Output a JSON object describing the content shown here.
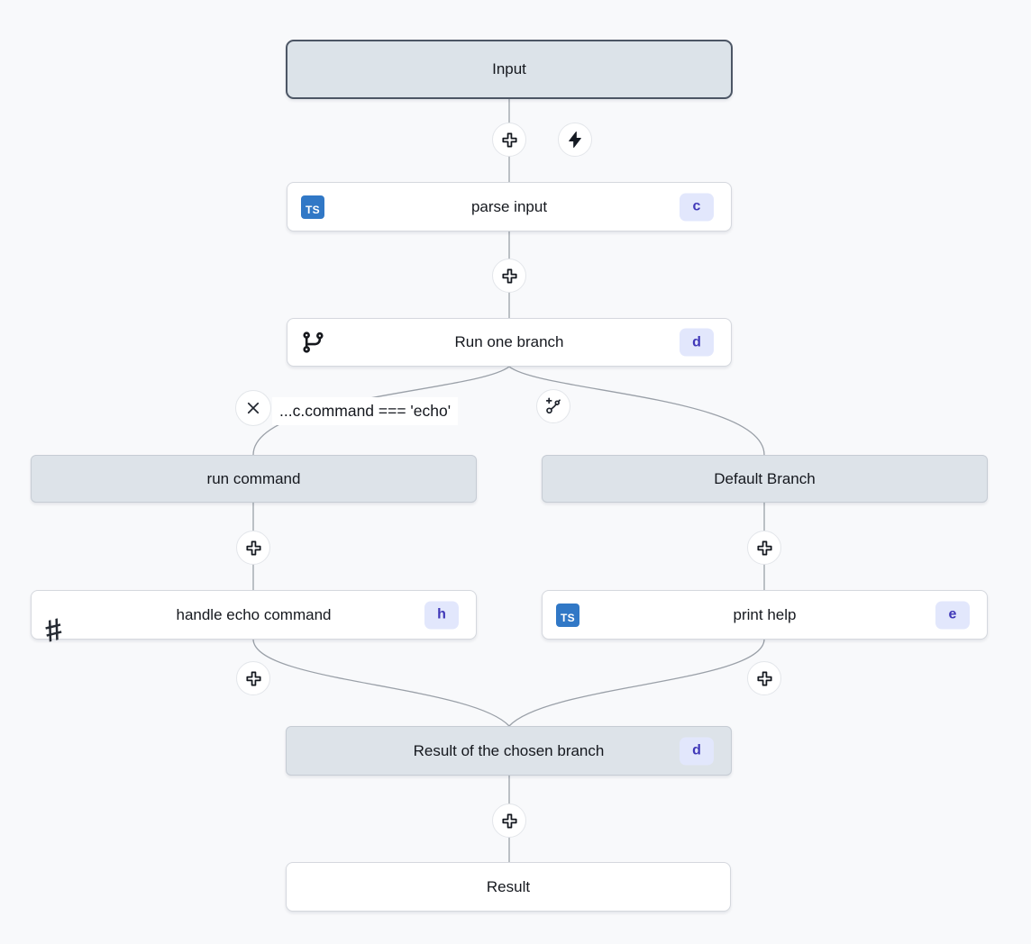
{
  "canvas": {
    "background": "#f8f9fb",
    "edge_color": "#9aa0a8"
  },
  "colors": {
    "node_white_fill": "#ffffff",
    "node_gray_fill": "#dde3e9",
    "input_node_border": "#4c5665",
    "badge_background": "#e2e7fc",
    "badge_text": "#4038b8",
    "typescript_blue": "#3178c6",
    "icon_dark": "#1c212b"
  },
  "nodes": {
    "input": {
      "label": "Input",
      "type": "flow-input"
    },
    "parse_input": {
      "label": "parse input",
      "badge": "c",
      "icon": "typescript-icon"
    },
    "run_one_branch": {
      "label": "Run one branch",
      "badge": "d",
      "icon": "git-branch-icon"
    },
    "run_command": {
      "label": "run command",
      "type": "branch-header"
    },
    "default_branch": {
      "label": "Default Branch",
      "type": "branch-header"
    },
    "handle_echo_command": {
      "label": "handle echo command",
      "badge": "h",
      "icon": "hash-icon"
    },
    "print_help": {
      "label": "print help",
      "badge": "e",
      "icon": "typescript-icon"
    },
    "result_of_chosen_branch": {
      "label": "Result of the chosen branch",
      "badge": "d",
      "type": "branch-merge"
    },
    "result": {
      "label": "Result",
      "type": "flow-result"
    }
  },
  "branch_condition": {
    "label": "...c.command === 'echo'"
  },
  "icons": {
    "typescript_label": "TS",
    "hash_glyph": "#"
  },
  "buttons": {
    "add_step": "plus-icon",
    "trigger": "lightning-bolt-icon",
    "remove_branch": "x-icon",
    "add_branch": "add-branch-icon"
  }
}
